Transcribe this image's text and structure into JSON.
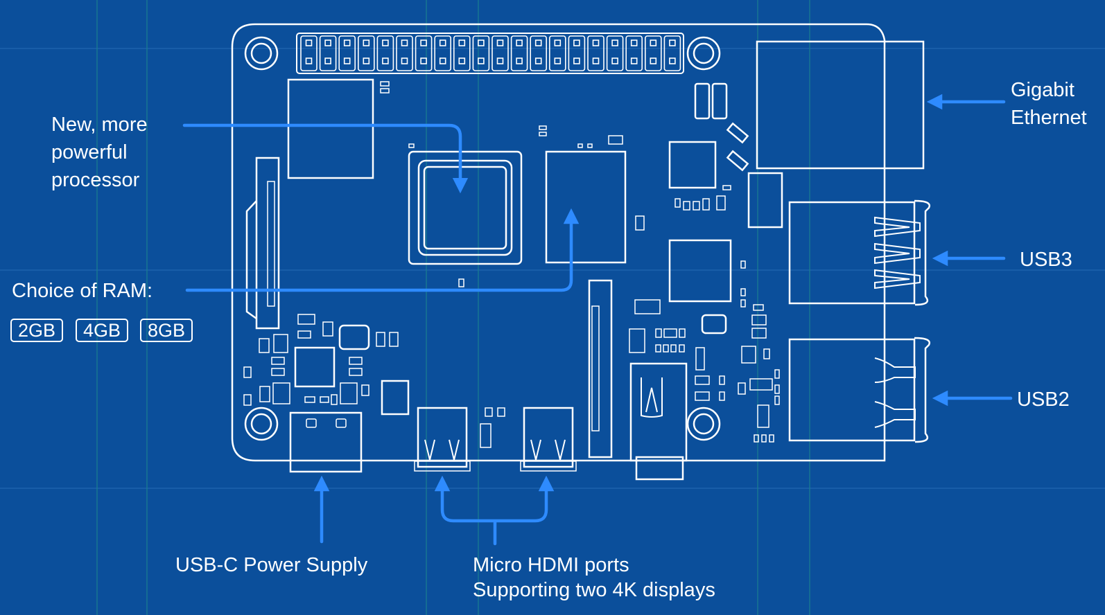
{
  "labels": {
    "processor": [
      "New, more",
      "powerful",
      "processor"
    ],
    "ram_title": "Choice of RAM:",
    "ram_options": [
      "2GB",
      "4GB",
      "8GB"
    ],
    "ethernet": [
      "Gigabit",
      "Ethernet"
    ],
    "usb3": "USB3",
    "usb2": "USB2",
    "power": "USB-C Power Supply",
    "hdmi_title": "Micro HDMI ports",
    "hdmi_sub": "Supporting two 4K displays"
  },
  "colors": {
    "background": "#0b4f9b",
    "grid": "#1d62ad",
    "grid_vertical": "#1a7f8f",
    "outline": "#ffffff",
    "arrow": "#2e8bff"
  }
}
